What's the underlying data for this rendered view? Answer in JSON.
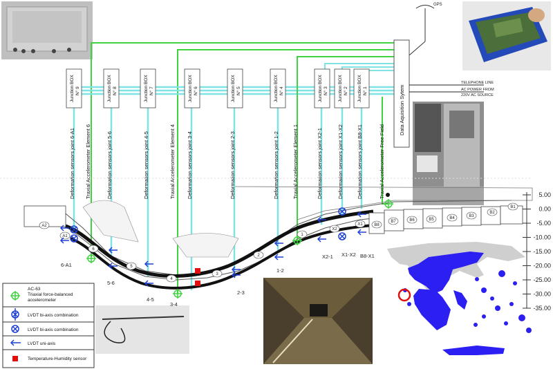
{
  "gps_label": "GPS",
  "dac": {
    "title": "Data Aquisition Sytem"
  },
  "lines": {
    "telephone": "TELEPHONE LINE",
    "ac_power_1": "AC POWER FROM",
    "ac_power_2": "220V AC SOURCE"
  },
  "junction_boxes": [
    {
      "title": "Junction BOX",
      "num": "N° 9"
    },
    {
      "title": "Junction BOX",
      "num": "N° 8"
    },
    {
      "title": "Junction BOX",
      "num": "N° 7"
    },
    {
      "title": "Junction BOX",
      "num": "N° 6"
    },
    {
      "title": "Junction BOX",
      "num": "N° 5"
    },
    {
      "title": "Junction BOX",
      "num": "N° 4"
    },
    {
      "title": "Junction BOX",
      "num": "N° 3"
    },
    {
      "title": "Junction BOX",
      "num": "N° 2"
    },
    {
      "title": "Junction BOX",
      "num": "N° 1"
    }
  ],
  "sensor_labels": [
    "Deformation sensors joint 6-A1",
    "Traxial Accelerometer Element 6",
    "Deformation sensors joint 5-6",
    "Deformation sensors joint 4-5",
    "Traxial Accelerometer Element 4",
    "Deformation sensors joint 3-4",
    "Deformation sensors joint 2-3",
    "Deformation sensors joint 1-2",
    "Traxial Accelerometer Element 1",
    "Deformation sensors joint X2-1",
    "Deformation sensors joint X1-X2",
    "Deformation sensors joint B8-X1",
    "Traxial Accelerometer Free Field"
  ],
  "joints": [
    "6-A1",
    "5-6",
    "4-5",
    "3-4",
    "2-3",
    "1-2",
    "X2-1",
    "X1-X2",
    "B8-X1"
  ],
  "elements": [
    "A2",
    "A1",
    "6",
    "5",
    "4",
    "3",
    "2",
    "1",
    "X2",
    "X1",
    "B8",
    "B7",
    "B6",
    "B5",
    "B4",
    "B3",
    "B2",
    "B1"
  ],
  "elevations": [
    "5.00",
    "0.00",
    "-5.00",
    "-10.00",
    "-15.00",
    "-20.00",
    "-25.00",
    "-30.00",
    "-35.00"
  ],
  "legend": {
    "item1a": "AC-63",
    "item1b": "Triaxial force-balanced",
    "item1c": "accelerometer",
    "item2": "LVDT bi-axis combination",
    "item3": "LVDT bi-axis combination",
    "item4": "LVDT uni-axis",
    "item5": "Temperature-Humidity sensor"
  },
  "colors": {
    "cyan": "#7fe3e6",
    "green": "#3fd43f",
    "blue": "#1d3fd6",
    "red": "#e01010",
    "map_blue": "#2b1ff2"
  }
}
